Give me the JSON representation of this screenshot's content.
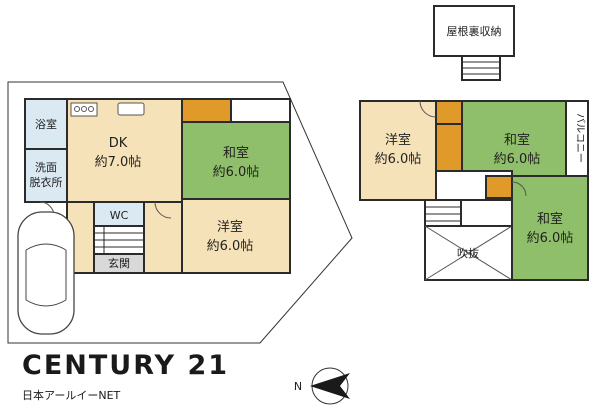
{
  "floor1": {
    "bath": "浴室",
    "dk": {
      "name": "DK",
      "size": "約7.0帖"
    },
    "washroom": {
      "line1": "洗面",
      "line2": "脱衣所"
    },
    "washitsu": {
      "name": "和室",
      "size": "約6.0帖"
    },
    "wc": "WC",
    "yoshitsu": {
      "name": "洋室",
      "size": "約6.0帖"
    },
    "entrance": "玄関"
  },
  "floor2": {
    "attic": "屋根裏収納",
    "yoshitsu": {
      "name": "洋室",
      "size": "約6.0帖"
    },
    "washitsu1": {
      "name": "和室",
      "size": "約6.0帖"
    },
    "balcony": "バルコニー",
    "washitsu2": {
      "name": "和室",
      "size": "約6.0帖"
    },
    "atrium": "吹抜"
  },
  "brand": {
    "logo": "CENTURY 21",
    "company": "日本アールイーNET"
  },
  "compass": {
    "label": "N"
  },
  "colors": {
    "wall": "#2b2b2b",
    "tatami": "#8fbf6a",
    "wood_floor": "#f6e2b8",
    "wet_area": "#dbe9f3",
    "closet": "#e09a2a",
    "grey_floor": "#d9d9d9"
  }
}
